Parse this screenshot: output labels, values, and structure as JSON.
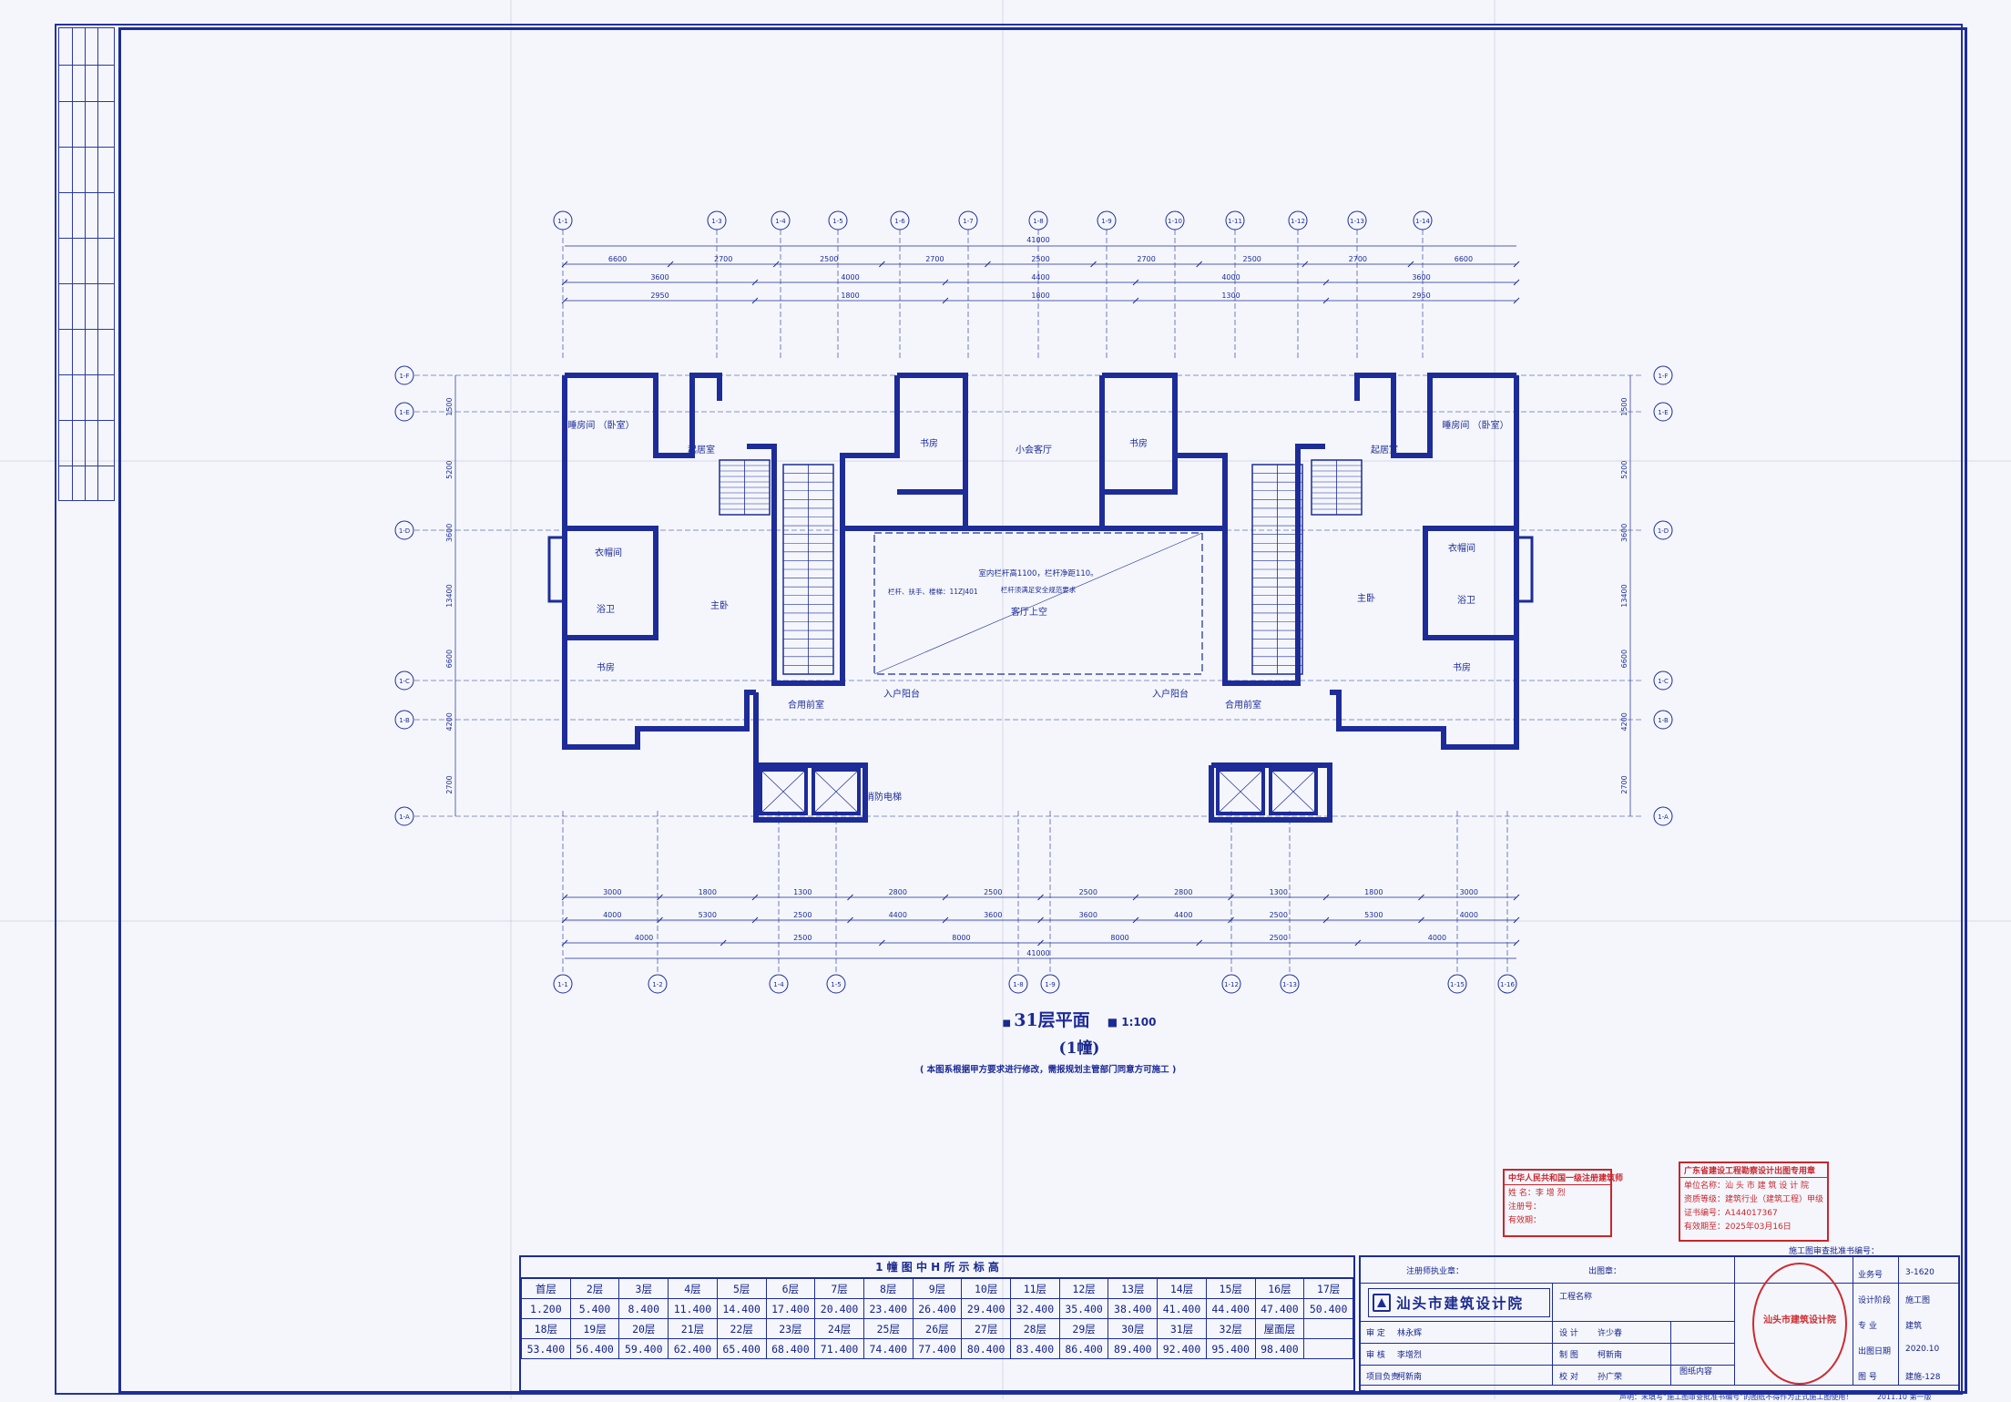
{
  "drawing": {
    "title": "31层平面",
    "scale": "1:100",
    "building": "(1幢)",
    "note": "( 本图系根据甲方要求进行修改，需报规划主管部门同意方可施工 )"
  },
  "grid_top": [
    "1-1",
    "1-3",
    "1-4",
    "1-5",
    "1-6",
    "1-7",
    "1-8",
    "1-9",
    "1-10",
    "1-11",
    "1-12",
    "1-13",
    "1-14"
  ],
  "grid_bottom": [
    "1-1",
    "1-2",
    "1-4",
    "1-5",
    "1-8",
    "1-9",
    "1-12",
    "1-13",
    "1-15",
    "1-16"
  ],
  "grid_left": [
    "1-F",
    "1-E",
    "1-D",
    "1-C",
    "1-B",
    "1-A"
  ],
  "dims_top": {
    "overall": "41000",
    "row1": [
      "6600",
      "2700",
      "2500",
      "2700",
      "2500",
      "2700",
      "2500",
      "2700",
      "6600"
    ],
    "row2": [
      "3600",
      "4000",
      "4400",
      "4000",
      "3600"
    ],
    "row3": [
      "2950",
      "1800",
      "1800",
      "1300",
      "2950"
    ]
  },
  "dims_bottom": {
    "overall": "41000",
    "row1": [
      "3000",
      "1800",
      "1300",
      "2800",
      "2500",
      "2500",
      "2800",
      "1300",
      "1800",
      "3000"
    ],
    "row2": [
      "4000",
      "5300",
      "2500",
      "4400",
      "3600",
      "3600",
      "4400",
      "2500",
      "5300",
      "4000"
    ],
    "row3": [
      "4000",
      "2500",
      "8000",
      "8000",
      "2500",
      "4000"
    ]
  },
  "dims_left": [
    "1500",
    "5200",
    "3600",
    "13400",
    "6600",
    "4200",
    "2700"
  ],
  "rooms": {
    "left_bedroom_top": "睡房间\n（卧室）",
    "living_left": "起居室",
    "study_left_top": "书房",
    "small_hall": "小会客厅",
    "study_right_top": "书房",
    "living_right": "起居室",
    "right_bedroom_top": "睡房间\n（卧室）",
    "closet_left": "衣帽间",
    "bath_left": "浴卫",
    "master_left": "主卧",
    "study_left_bottom": "书房",
    "hall_void": "客厅上空",
    "master_right": "主卧",
    "closet_right": "衣帽间",
    "bath_right": "浴卫",
    "study_right_bottom": "书房",
    "lobby_left": "合用前室",
    "lobby_right": "合用前室",
    "balcony_left": "入户阳台",
    "balcony_right": "入户阳台",
    "fire_elevator": "消防电梯"
  },
  "plan_notes": {
    "center_1": "室内栏杆高1100，栏杆净距110。",
    "center_2": "栏杆、扶手、楼梯：11ZJ401",
    "center_3": "栏杆须满足安全规范要求"
  },
  "elevation_table": {
    "title": "1 幢 图 中 H 所 示 标 高",
    "row1_labels": [
      "首层",
      "2层",
      "3层",
      "4层",
      "5层",
      "6层",
      "7层",
      "8层",
      "9层",
      "10层",
      "11层",
      "12层",
      "13层",
      "14层",
      "15层",
      "16层",
      "17层"
    ],
    "row1_values": [
      "1.200",
      "5.400",
      "8.400",
      "11.400",
      "14.400",
      "17.400",
      "20.400",
      "23.400",
      "26.400",
      "29.400",
      "32.400",
      "35.400",
      "38.400",
      "41.400",
      "44.400",
      "47.400",
      "50.400"
    ],
    "row2_labels": [
      "18层",
      "19层",
      "20层",
      "21层",
      "22层",
      "23层",
      "24层",
      "25层",
      "26层",
      "27层",
      "28层",
      "29层",
      "30层",
      "31层",
      "32层",
      "屋面层",
      ""
    ],
    "row2_values": [
      "53.400",
      "56.400",
      "59.400",
      "62.400",
      "65.400",
      "68.400",
      "71.400",
      "74.400",
      "77.400",
      "80.400",
      "83.400",
      "86.400",
      "89.400",
      "92.400",
      "95.400",
      "98.400",
      ""
    ]
  },
  "title_block": {
    "institute": "汕头市建筑设计院",
    "label_reg": "注册师执业章：",
    "label_out": "出图章：",
    "label_project": "工程名称",
    "label_content": "图纸内容",
    "project_no_label": "业务号",
    "project_no": "3-1620",
    "stage_label": "设计阶段",
    "stage": "施工图",
    "discipline_label": "专 业",
    "discipline": "建筑",
    "date_label": "出图日期",
    "date": "2020.10",
    "sheet_label": "图 号",
    "sheet": "建施-128",
    "roles": [
      "审 定",
      "审 核",
      "项目负责"
    ],
    "names": [
      "林永辉",
      "李增烈",
      "柯新南"
    ],
    "roles2": [
      "设 计",
      "制 图",
      "校 对"
    ],
    "names2": [
      "许少春",
      "柯新南",
      "孙广荣"
    ],
    "bottom_note": "声明：未填写“施工图审查批准书编号”的图纸不得作为正式施工图使用！",
    "edition": "2011.10 第一版",
    "approval_label": "施工图审查批准书编号："
  },
  "stamps": {
    "architect_title": "中华人民共和国一级注册建筑师",
    "architect_name": "李增烈",
    "architect_lines": [
      "姓  名：李 增 烈",
      "注册号：",
      "有效期："
    ],
    "approval_title": "广东省建设工程勘察设计出图专用章",
    "approval_lines": [
      "单位名称：汕 头 市 建 筑 设 计 院",
      "资质等级：建筑行业（建筑工程）甲级",
      "证书编号：A144017367",
      "有效期至：2025年03月16日"
    ],
    "seal_text": "汕头市建筑设计院"
  },
  "colors": {
    "line": "#1d2c98",
    "stamp": "#c8262e",
    "paper": "#f4f6fb"
  }
}
